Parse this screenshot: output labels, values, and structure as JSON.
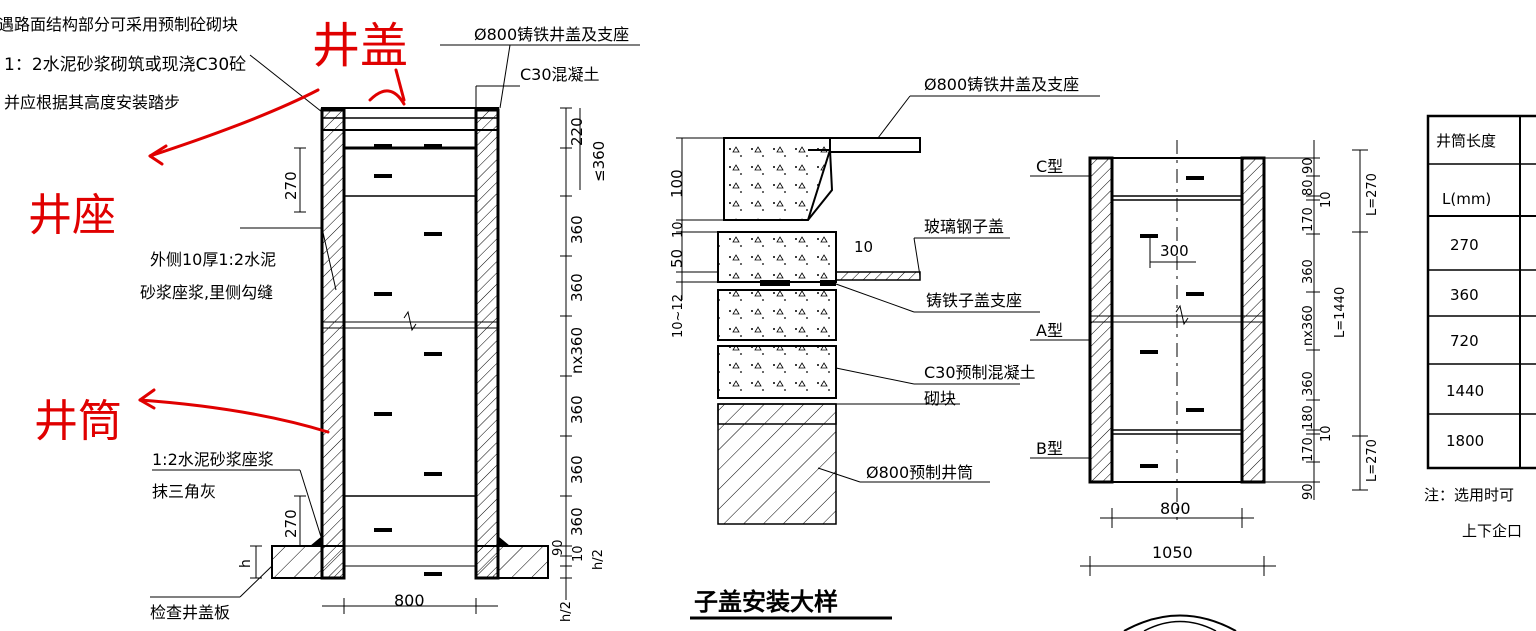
{
  "left_notes": {
    "line1": "遇路面结构部分可采用预制砼砌块",
    "line2": "1：2水泥砂浆砌筑或现浇C30砼",
    "line3": "并应根据其高度安装踏步"
  },
  "labels": {
    "cover_seat_1": "Ø800铸铁井盖及支座",
    "c30_concrete": "C30混凝土",
    "outer_mortar_1": "外侧10厚1:2水泥",
    "outer_mortar_2": "砂浆座浆,里侧勾缝",
    "mortar_1": "1:2水泥砂浆座浆",
    "mortar_2": "抹三角灰",
    "base_plate": "检查井盖板",
    "cover_seat_2": "Ø800铸铁井盖及支座",
    "frp_cover": "玻璃钢子盖",
    "iron_seat": "铸铁子盖支座",
    "c30_precast": "C30预制混凝土",
    "block": "砌块",
    "precast_shaft": "Ø800预制井筒",
    "detail_title": "子盖安装大样",
    "type_c": "C型",
    "type_a": "A型",
    "type_b": "B型",
    "note_1": "注：选用时可",
    "note_2": "上下企口"
  },
  "dims_left": {
    "d220": "220",
    "d360top": "≤360",
    "d270a": "270",
    "s1": "360",
    "s2": "360",
    "s3": "nx360",
    "s4": "360",
    "s5": "360",
    "s6": "360",
    "d270b": "270",
    "d90": "90",
    "d10": "10",
    "h2a": "h/2",
    "h2b": "h/2",
    "h": "h",
    "w800": "800"
  },
  "dims_detail": {
    "d100": "100",
    "d10a": "10",
    "d50": "50",
    "d1012": "10~12",
    "d10b": "10"
  },
  "dims_right": {
    "t90": "90",
    "t80": "80",
    "t10": "10",
    "t170": "170",
    "t360a": "360",
    "tnx": "nx360",
    "t360b": "360",
    "b180": "180",
    "b10": "10",
    "b170": "170",
    "b90": "90",
    "L270top": "L=270",
    "L1440": "L=1440",
    "L270bot": "L=270",
    "w300": "300",
    "w800": "800",
    "w1050": "1050"
  },
  "table": {
    "header": "井筒长度",
    "unit": "L(mm)",
    "rows": [
      "270",
      "360",
      "720",
      "1440",
      "1800"
    ]
  },
  "handwritten": {
    "a": "井盖",
    "b": "井座",
    "c": "井筒"
  }
}
